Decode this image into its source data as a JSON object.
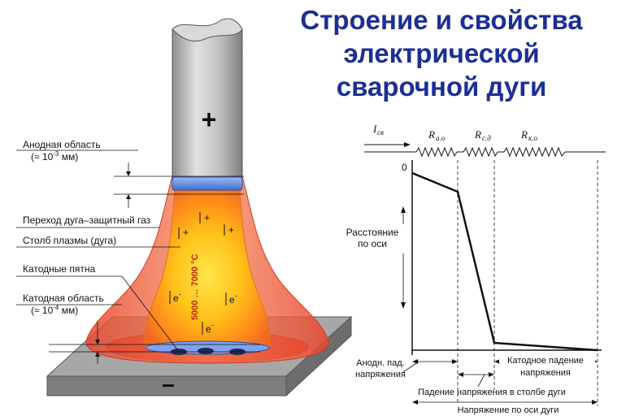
{
  "title": {
    "line1": "Строение и свойства",
    "line2": "электрической",
    "line3": "сварочной дуги"
  },
  "labels": {
    "anode_region": "Анодная область",
    "anode_size_prefix": "(≈ 10",
    "anode_size_exp": "-3",
    "anode_size_suffix": " мм)",
    "arc_gas_transition": "Переход дуга–защитный газ",
    "plasma_column": "Столб плазмы (дуга)",
    "cathode_spots": "Катодные пятна",
    "cathode_region": "Катодная область",
    "cathode_size_prefix": "(≈ 10",
    "cathode_size_exp": "-4",
    "cathode_size_suffix": " мм)",
    "plus_sign": "+",
    "minus_sign": "−",
    "temperature": "5000 … 7000 °C",
    "ion_plus": "+",
    "electron": "e",
    "electron_sup": "-"
  },
  "graph": {
    "current_symbol": "I",
    "current_sub": "св",
    "r_anode": "R",
    "r_anode_sub": "а.о",
    "r_column": "R",
    "r_column_sub": "с.д",
    "r_cathode": "R",
    "r_cathode_sub": "к.о",
    "zero": "0",
    "axis_label_1": "Расстояние",
    "axis_label_2": "по оси",
    "anode_drop_1": "Анодн. пад.",
    "anode_drop_2": "напряжения",
    "column_drop": "Падение напряжения в столбе дуги",
    "cathode_drop_1": "Катодное падение",
    "cathode_drop_2": "напряжения",
    "total_drop": "Напряжение по оси дуги"
  },
  "colors": {
    "title": "#1d2f95",
    "electrode": "#b8b8b8",
    "plate": "#8a8a8a",
    "plasma_outer": "#e4573a",
    "plasma_inner": "#ffd21f",
    "weld_pool": "#d61f1f",
    "electrode_tip": "#6b8fe6"
  }
}
